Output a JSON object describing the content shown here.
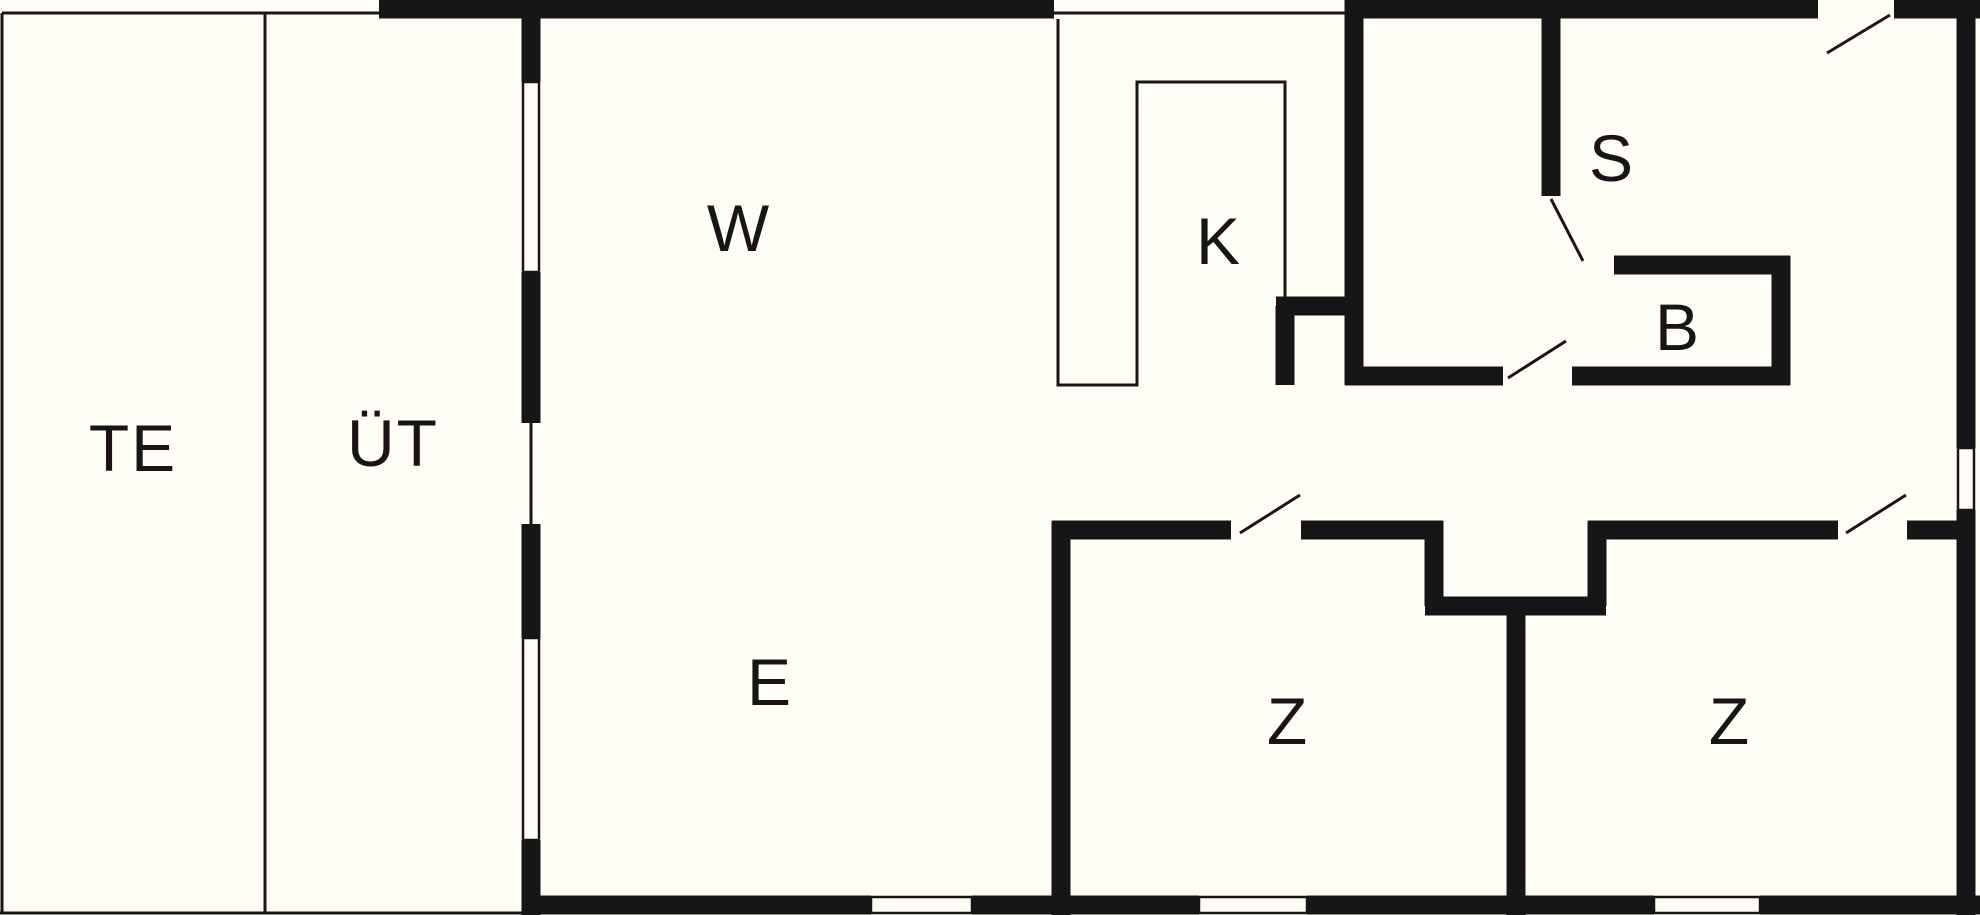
{
  "colors": {
    "background": "#fffdf6",
    "wall": "#161616",
    "text": "#161616"
  },
  "rooms": [
    {
      "id": "te",
      "label": "TE"
    },
    {
      "id": "ut",
      "label": "ÜT"
    },
    {
      "id": "w",
      "label": "W"
    },
    {
      "id": "k",
      "label": "K"
    },
    {
      "id": "s",
      "label": "S"
    },
    {
      "id": "b",
      "label": "B"
    },
    {
      "id": "e",
      "label": "E"
    },
    {
      "id": "z1",
      "label": "Z"
    },
    {
      "id": "z2",
      "label": "Z"
    }
  ]
}
